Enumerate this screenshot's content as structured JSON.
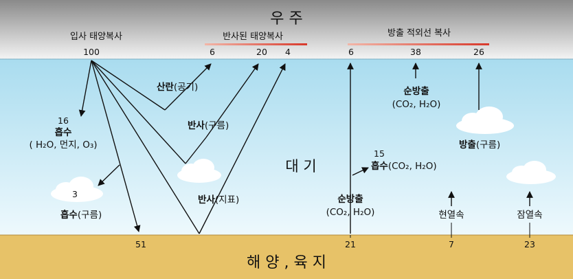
{
  "space": {
    "title": "우 주"
  },
  "atmosphere": {
    "title": "대 기"
  },
  "surface": {
    "title": "해 양 , 육 지"
  },
  "top": {
    "incoming": {
      "title": "입사 태양복사",
      "value": "100"
    },
    "reflected": {
      "title": "반사된 태양복사",
      "values": [
        "6",
        "20",
        "4"
      ]
    },
    "outgoing": {
      "title": "방출 적외선 복사",
      "values": [
        "6",
        "38",
        "26"
      ]
    }
  },
  "labels": {
    "scatter": {
      "bold": "산란",
      "rest": "(공기)"
    },
    "reflect_cloud": {
      "bold": "반사",
      "rest": "(구름)"
    },
    "reflect_ground": {
      "bold": "반사",
      "rest": "(지표)"
    },
    "absorb_gas": {
      "num": "16",
      "bold": "흡수",
      "line2": "( H₂O, 먼지, O₃)"
    },
    "absorb_cloud": {
      "num": "3",
      "bold": "흡수",
      "rest": "(구름)"
    },
    "net_emit_top": {
      "bold": "순방출",
      "line2": "(CO₂, H₂O)"
    },
    "emit_cloud": {
      "bold": "방출",
      "rest": "(구름)"
    },
    "absorb_co2": {
      "num": "15",
      "bold": "흡수",
      "rest": "(CO₂, H₂O)"
    },
    "net_emit_surface": {
      "bold": "순방출",
      "line2": "(CO₂, H₂O)"
    },
    "sensible_heat": "현열속",
    "latent_heat": "잠열속"
  },
  "bottom_values": [
    "51",
    "21",
    "7",
    "23"
  ],
  "colors": {
    "space_top": "#8a8a8a",
    "space_bottom": "#f4f4f4",
    "atmosphere_top": "#a9dcef",
    "atmosphere_bottom": "#eef9fd",
    "surface": "#e7c268",
    "reflected_line": "#d8392b",
    "outgoing_line": "#d8392b"
  }
}
